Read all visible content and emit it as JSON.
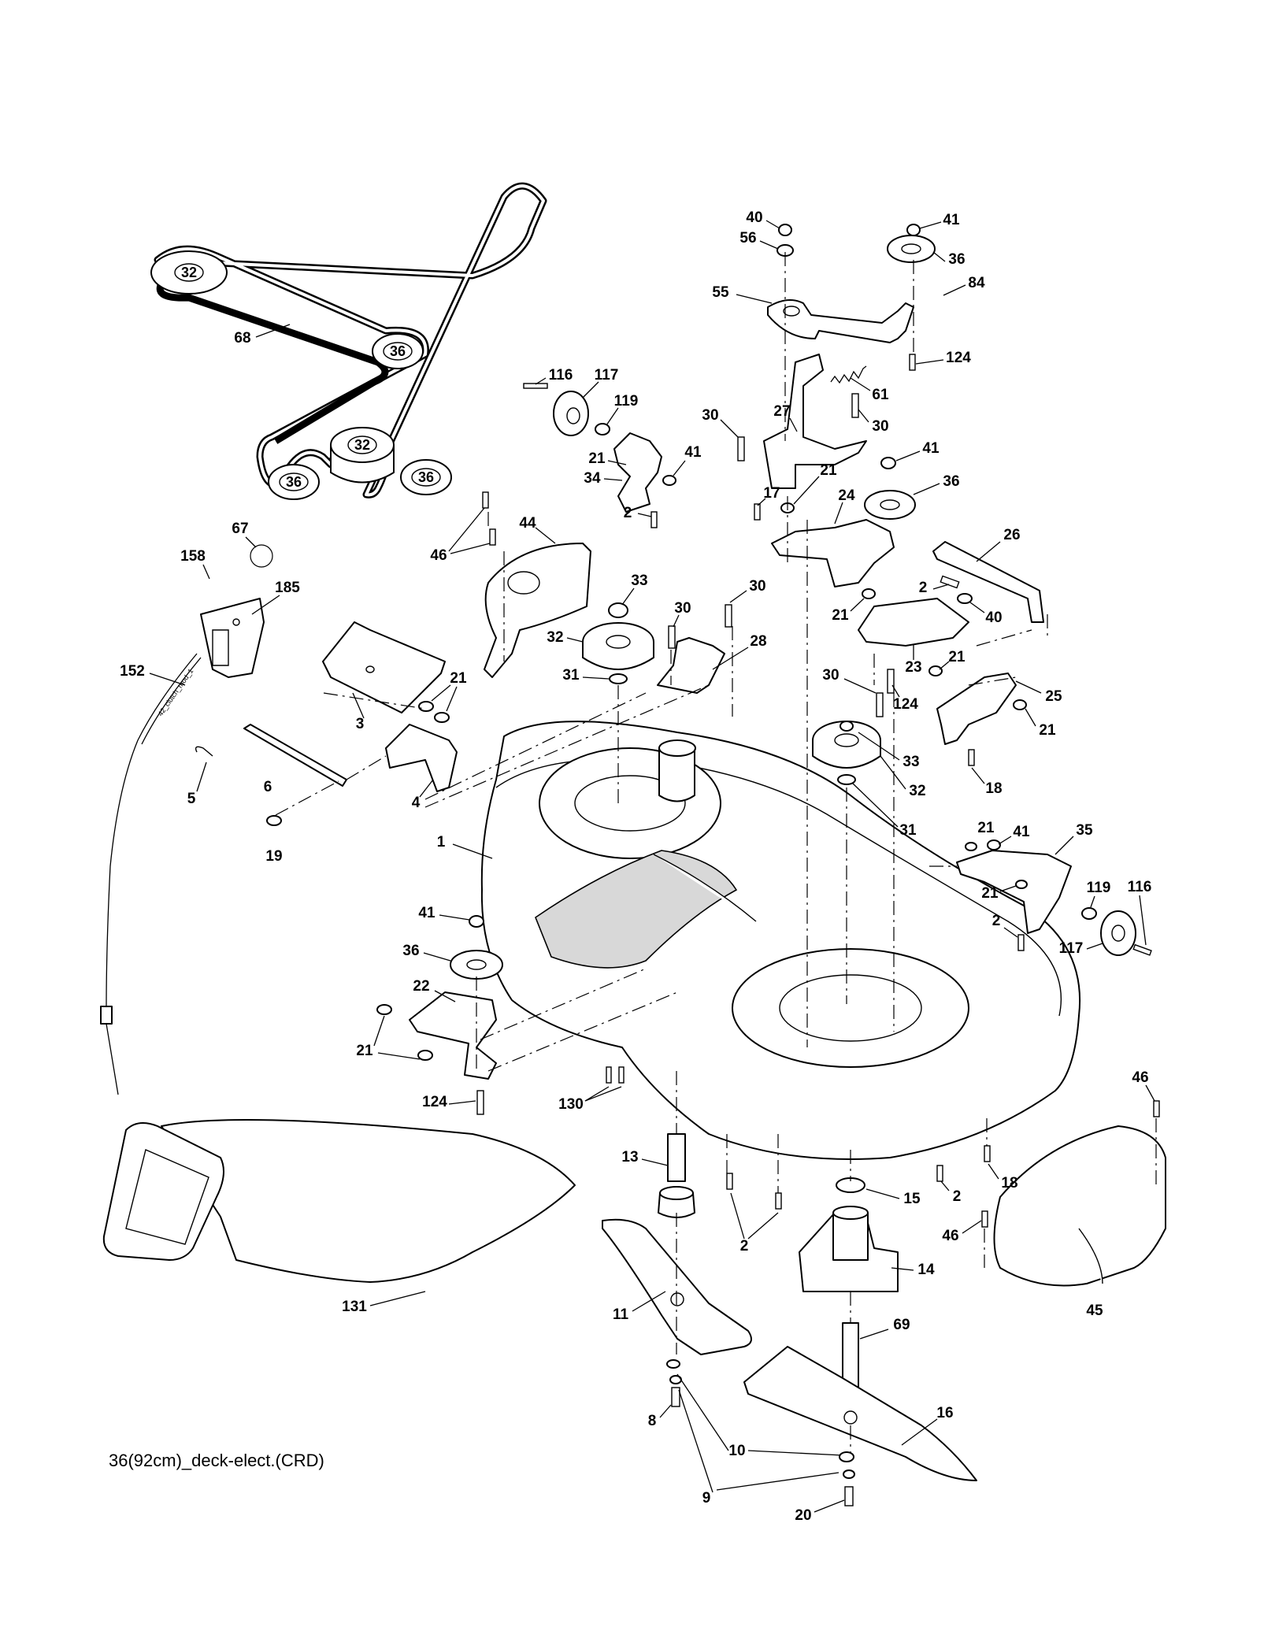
{
  "caption": "36(92cm)_deck-elect.(CRD)",
  "belt_callouts": [
    "32",
    "36",
    "32",
    "36",
    "36"
  ],
  "cable_tag": "42_clutch_mod_1",
  "callouts": {
    "c1": "1",
    "c2a": "2",
    "c2b": "2",
    "c2c": "2",
    "c2d": "2",
    "c2e": "2",
    "c3": "3",
    "c4": "4",
    "c5": "5",
    "c6": "6",
    "c8": "8",
    "c9": "9",
    "c10": "10",
    "c11": "11",
    "c13": "13",
    "c14": "14",
    "c15": "15",
    "c16": "16",
    "c17": "17",
    "c18a": "18",
    "c18b": "18",
    "c19": "19",
    "c20": "20",
    "c21a": "21",
    "c21b": "21",
    "c21c": "21",
    "c21d": "21",
    "c21e": "21",
    "c21f": "21",
    "c21g": "21",
    "c21h": "21",
    "c21i": "21",
    "c22": "22",
    "c23": "23",
    "c24": "24",
    "c25": "25",
    "c26": "26",
    "c27": "27",
    "c28": "28",
    "c30a": "30",
    "c30b": "30",
    "c30c": "30",
    "c30d": "30",
    "c30e": "30",
    "c31a": "31",
    "c31b": "31",
    "c32a": "32",
    "c32b": "32",
    "c33a": "33",
    "c33b": "33",
    "c34": "34",
    "c35": "35",
    "c36a": "36",
    "c36b": "36",
    "c36c": "36",
    "c40a": "40",
    "c40b": "40",
    "c41a": "41",
    "c41b": "41",
    "c41c": "41",
    "c41d": "41",
    "c41e": "41",
    "c44": "44",
    "c45": "45",
    "c46a": "46",
    "c46b": "46",
    "c46c": "46",
    "c55": "55",
    "c56": "56",
    "c61": "61",
    "c67": "67",
    "c68": "68",
    "c69": "69",
    "c84": "84",
    "c116a": "116",
    "c116b": "116",
    "c117a": "117",
    "c117b": "117",
    "c119a": "119",
    "c119b": "119",
    "c124a": "124",
    "c124b": "124",
    "c124c": "124",
    "c130": "130",
    "c131": "131",
    "c152": "152",
    "c158": "158",
    "c185": "185"
  }
}
